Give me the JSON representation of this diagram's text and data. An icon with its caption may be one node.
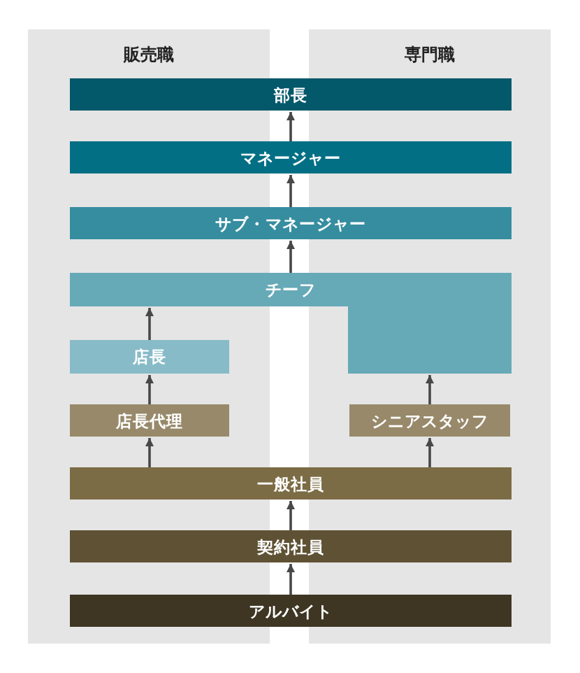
{
  "diagram": {
    "nodes": [
      {
        "text": [
          "販売職"
        ]
      },
      {
        "text": [
          "専門職"
        ]
      },
      {
        "text": [
          "部長"
        ]
      },
      {
        "text": [
          "マネージャー"
        ]
      },
      {
        "text": [
          "サブ・マネージャー"
        ]
      },
      {
        "text": [
          "チーフ"
        ]
      },
      {
        "text": [
          "店長"
        ],
        "in": 0
      },
      {
        "text": [
          "店長代理"
        ],
        "in": 0
      },
      {
        "text": [
          "シニアスタッフ"
        ],
        "in": 1
      },
      {
        "text": [
          "一般社員"
        ]
      },
      {
        "text": [
          "契約社員"
        ]
      },
      {
        "text": [
          "アルバイト"
        ]
      }
    ],
    "edges": [
      {
        "from": 11,
        "to": 10,
        "arrow": "to"
      },
      {
        "from": 10,
        "to": 9,
        "arrow": "to"
      },
      {
        "from": 9,
        "to": 7,
        "arrow": "to"
      },
      {
        "from": 9,
        "to": 8,
        "arrow": "to"
      },
      {
        "from": 7,
        "to": 6,
        "arrow": "to"
      },
      {
        "from": 6,
        "to": 5,
        "arrow": "to"
      },
      {
        "from": 8,
        "to": 5,
        "arrow": "to"
      },
      {
        "from": 5,
        "to": 4,
        "arrow": "to"
      },
      {
        "from": 4,
        "to": 3,
        "arrow": "to"
      },
      {
        "from": 3,
        "to": 2,
        "arrow": "to"
      }
    ]
  }
}
